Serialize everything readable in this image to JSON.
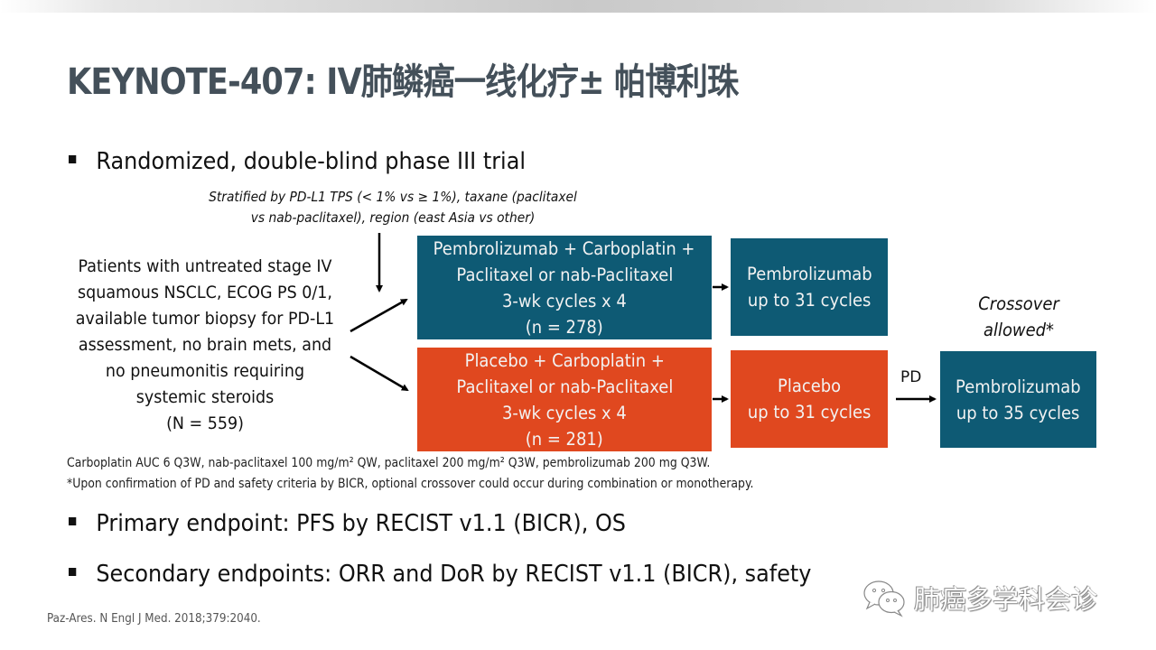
{
  "slide": {
    "title": "KEYNOTE-407: IV肺鳞癌一线化疗± 帕博利珠",
    "bullets": [
      "Randomized, double-blind phase III trial",
      "Primary endpoint: PFS by RECIST v1.1 (BICR), OS",
      "Secondary endpoints: ORR and DoR by RECIST v1.1 (BICR), safety"
    ],
    "stratification": {
      "line1": "Stratified by PD-L1 TPS (< 1% vs ≥ 1%), taxane (paclitaxel",
      "line2": "vs nab-paclitaxel), region (east Asia vs other)"
    },
    "patients": {
      "lines": [
        "Patients with untreated stage IV",
        "squamous NSCLC, ECOG PS 0/1,",
        "available tumor biopsy for PD-L1",
        "assessment, no brain mets, and",
        "no pneumonitis requiring",
        "systemic steroids",
        "(N = 559)"
      ]
    },
    "arms": [
      {
        "color": "#0e5a74",
        "lines": [
          "Pembrolizumab + Carboplatin +",
          "Paclitaxel or nab-Paclitaxel",
          "3-wk cycles x 4",
          "(n = 278)"
        ],
        "maintenance": [
          "Pembrolizumab",
          "up to 31 cycles"
        ]
      },
      {
        "color": "#e0481f",
        "lines": [
          "Placebo + Carboplatin +",
          "Paclitaxel or nab-Paclitaxel",
          "3-wk cycles x 4",
          "(n = 281)"
        ],
        "maintenance": [
          "Placebo",
          "up to 31 cycles"
        ]
      }
    ],
    "crossover": {
      "label_line1": "Crossover",
      "label_line2": "allowed*",
      "trigger": "PD",
      "box_lines": [
        "Pembrolizumab",
        "up to 35 cycles"
      ]
    },
    "footnotes": [
      "Carboplatin AUC 6 Q3W, nab-paclitaxel 100 mg/m² QW, paclitaxel 200 mg/m² Q3W, pembrolizumab 200 mg Q3W.",
      "*Upon confirmation of PD and safety criteria by BICR, optional crossover could occur during combination or monotherapy."
    ],
    "citation": "Paz-Ares. N Engl J Med. 2018;379:2040.",
    "watermark": {
      "icon": "wechat-icon",
      "text": "肺癌多学科会诊"
    }
  }
}
